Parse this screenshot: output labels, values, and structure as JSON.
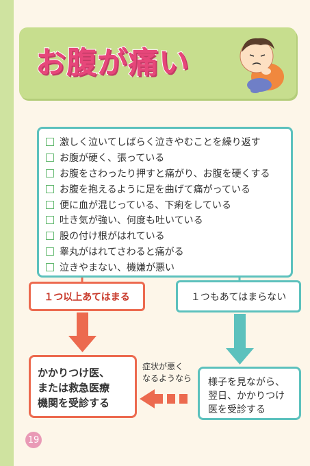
{
  "title": "お腹が痛い",
  "checklist": [
    "激しく泣いてしばらく泣きやむことを繰り返す",
    "お腹が硬く、張っている",
    "お腹をさわったり押すと痛がり、お腹を硬くする",
    "お腹を抱えるように足を曲げて痛がっている",
    "便に血が混じっている、下痢をしている",
    "吐き気が強い、何度も吐いている",
    "股の付け根がはれている",
    "睾丸がはれてさわると痛がる",
    "泣きやまない、機嫌が悪い"
  ],
  "branch_yes": "１つ以上あてはまる",
  "branch_no": "１つもあてはまらない",
  "result_left": [
    "かかりつけ医、",
    "または救急医療",
    "機関を受診する"
  ],
  "result_right": [
    "様子を見ながら、",
    "翌日、かかりつけ",
    "医を受診する"
  ],
  "note": [
    "症状が悪く",
    "なるようなら"
  ],
  "page_number": "19",
  "colors": {
    "teal": "#5cc1bd",
    "coral": "#ec6a4f",
    "pink_title": "#e6477a",
    "green_band": "#c7de8e"
  }
}
